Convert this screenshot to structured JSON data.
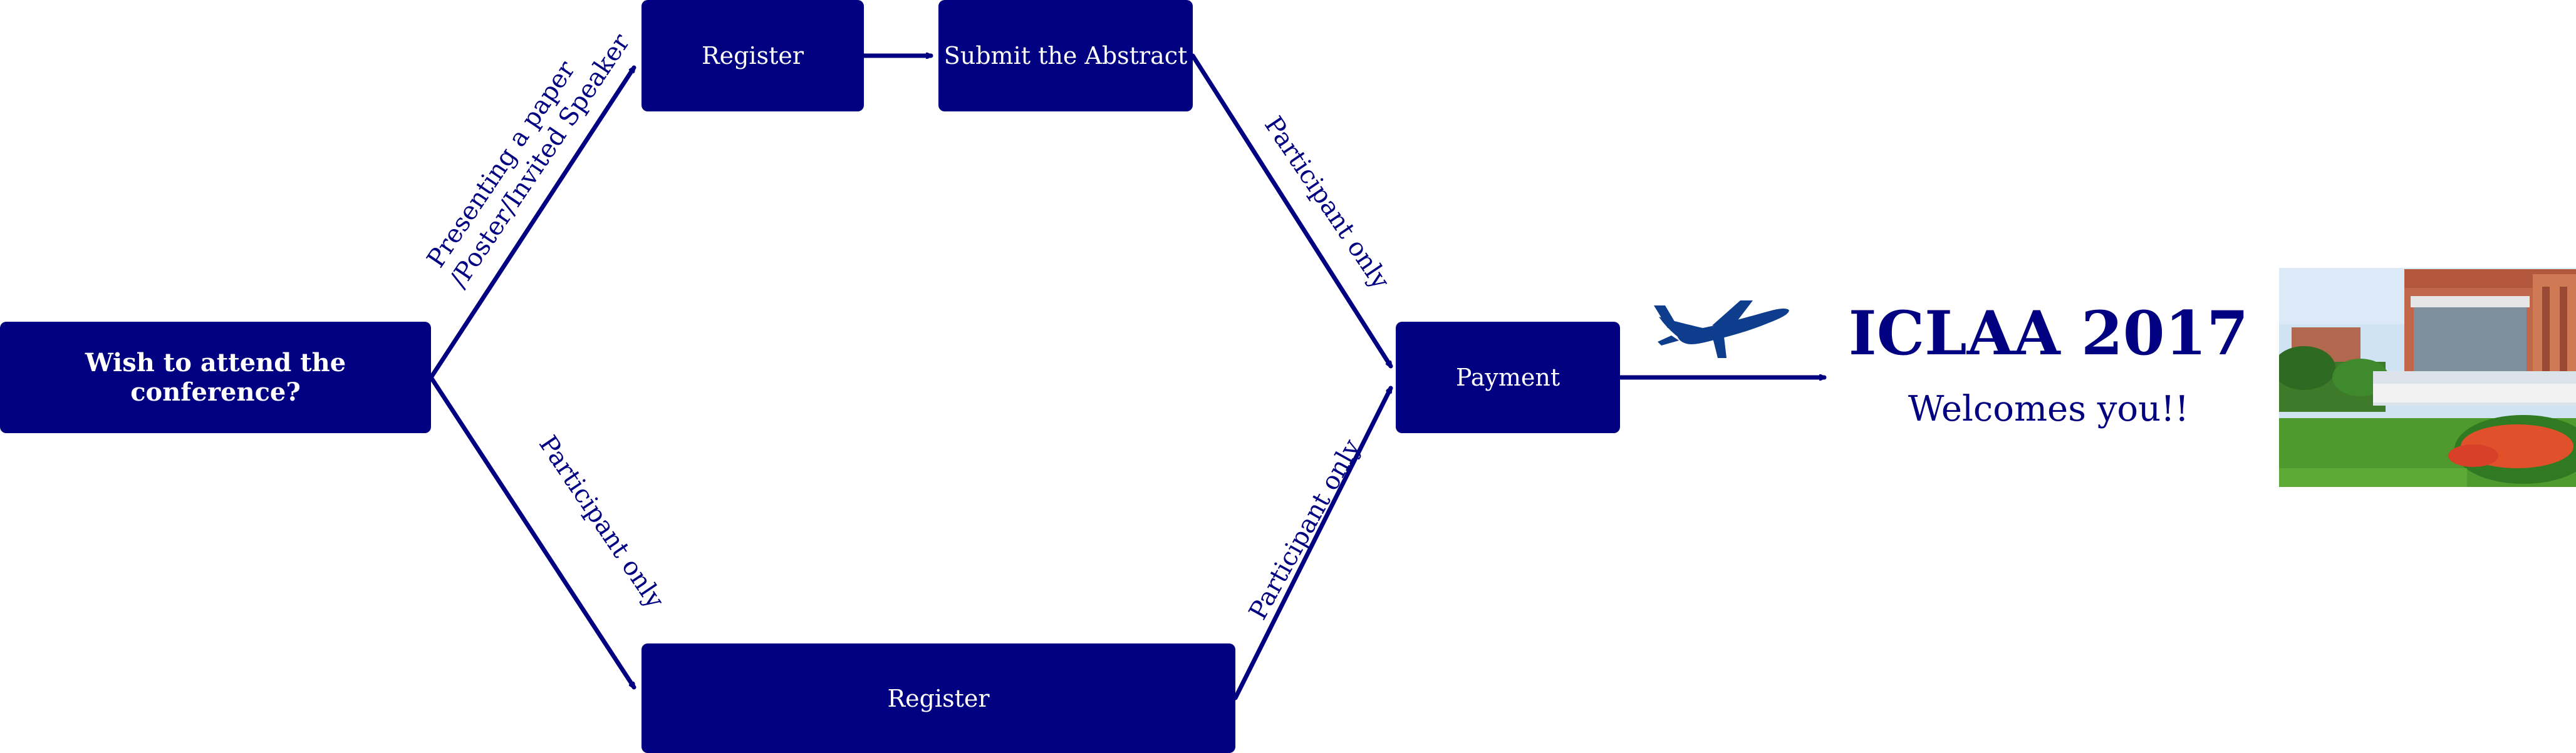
{
  "nodes": {
    "start": "Wish to attend the conference?",
    "register_top": "Register",
    "submit_abstract": "Submit the Abstract",
    "payment": "Payment",
    "register_bottom": "Register"
  },
  "edge_labels": {
    "presenting_line1": "Presenting a paper",
    "presenting_line2": "/Poster/Invited Speaker",
    "participant_only_1": "Participant only",
    "participant_only_2": "Participant only",
    "participant_only_3": "Participant only"
  },
  "branding": {
    "title": "ICLAA 2017",
    "subtitle": "Welcomes you!!"
  },
  "icons": {
    "plane": "airplane-icon",
    "photo": "campus-photo"
  },
  "colors": {
    "node_fill": "#000080",
    "node_text": "#ffffff",
    "accent": "#000080",
    "plane": "#0d3d8c"
  }
}
